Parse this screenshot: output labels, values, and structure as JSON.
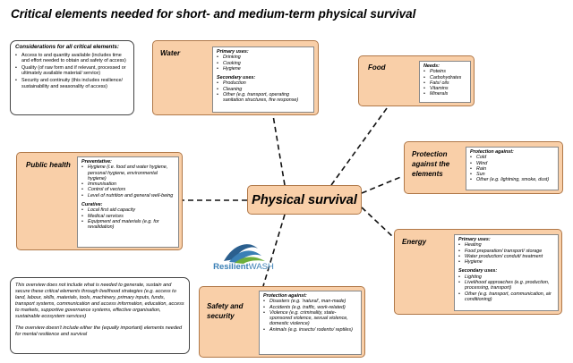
{
  "title": "Critical elements needed for short- and medium-term physical survival",
  "center": "Physical survival",
  "considerations": {
    "heading": "Considerations for all critical elements:",
    "items": [
      "Access to and quantity available (includes time and effort needed to obtain and safety of access)",
      "Quality (of raw form and if relevant, processed or ultimately available material/ service)",
      "Security and continuity (this includes resilience/ sustainability and seasonality of access)"
    ]
  },
  "water": {
    "label": "Water",
    "primary_heading": "Primary uses:",
    "primary": [
      "Drinking",
      "Cooking",
      "Hygiene"
    ],
    "secondary_heading": "Secondary uses:",
    "secondary": [
      "Production",
      "Cleaning",
      "Other (e.g. transport, operating sanitation structures, fire response)"
    ]
  },
  "food": {
    "label": "Food",
    "needs_heading": "Needs:",
    "needs": [
      "Poteins",
      "Carbohydrates",
      "Fats/ oils",
      "Vitamins",
      "Minerals"
    ]
  },
  "protection": {
    "label_lines": [
      "Protection",
      "against the",
      "elements"
    ],
    "heading": "Protection against:",
    "items": [
      "Cold",
      "Wind",
      "Rain",
      "Sun",
      "Other (e.g. lightning, smoke, dust)"
    ]
  },
  "public_health": {
    "label": "Public health",
    "preventative_heading": "Preventative:",
    "preventative": [
      "Hygiene (i.e. food and water hygiene, personal hygiene, environmental hygiene)",
      "Immunisation",
      "Control of vectors",
      "Level of nutrition and general well-being"
    ],
    "curative_heading": "Curative:",
    "curative": [
      "Local first aid capacity",
      "Medical services",
      "Equipment and materials (e.g. for revalidation)"
    ]
  },
  "energy": {
    "label": "Energy",
    "primary_heading": "Primary uses:",
    "primary": [
      "Heating",
      "Food preparation/ transport/ storage",
      "Water production/ conduit/ treatment",
      "Hygiene"
    ],
    "secondary_heading": "Secondary uses:",
    "secondary": [
      "Lighting",
      "Livelihood approaches (e.g. production, processing, transport)",
      "Other (e.g. transport, communication, air conditioning)"
    ]
  },
  "safety": {
    "label_lines": [
      "Safety and",
      "security"
    ],
    "heading": "Protection against:",
    "items": [
      "Disasters (e.g. 'natural', man-made)",
      "Accidents (e.g. traffic, work-related)",
      "Violence (e.g. criminality, state-sponsored violence, sexual violence, domestic violence)",
      "Animals (e.g. insects/ rodents/ reptiles)"
    ]
  },
  "overview": {
    "p1": "This overview does not include what is needed to generate, sustain and secure these critical elements through livelihood strategies (e.g. access to land, labour, skills, materials, tools, machinery, primary inputs, funds, transport systems, communication and access information, education, access to markets, supportive governance systems, effective organisation, sustainable ecosystem services)",
    "p2": "The overview doesn't include either the (equally important) elements needed for mental resilience and survival"
  },
  "logo": {
    "text_bold": "Resilient",
    "text_regular": "WASH",
    "colors": {
      "blue": "#3a7fb5",
      "green": "#6cae3b",
      "wave": "#2b5f8e"
    }
  },
  "colors": {
    "box_fill": "#f9cfa8",
    "box_border": "#b07848"
  }
}
